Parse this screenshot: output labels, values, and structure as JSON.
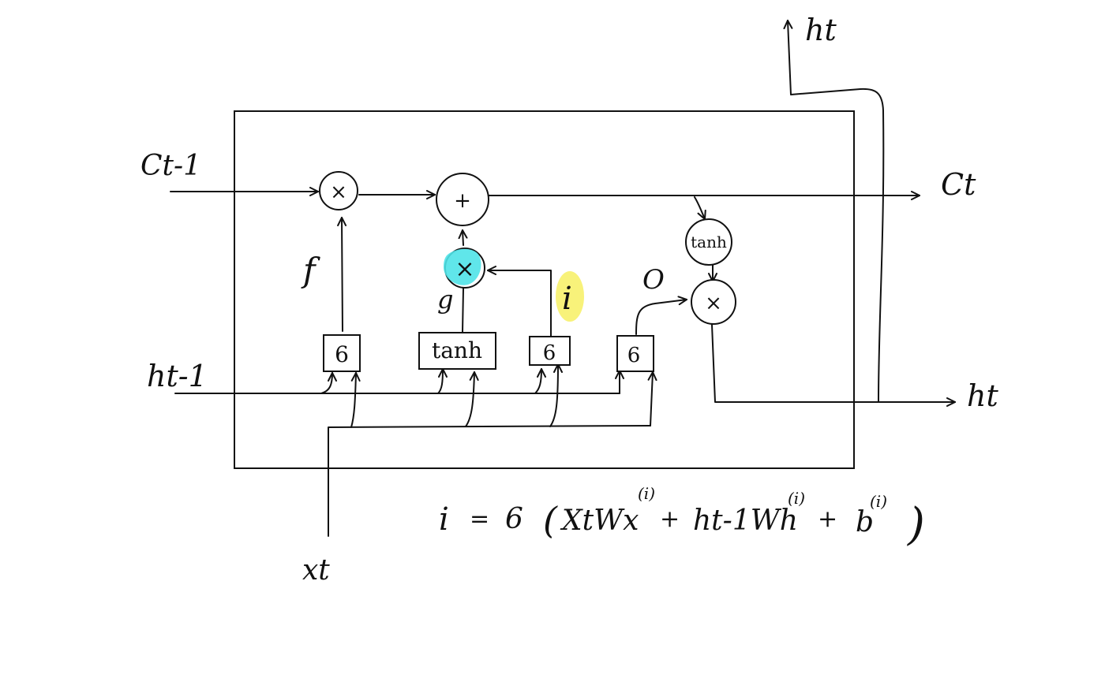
{
  "labels": {
    "c_prev": "Ct-1",
    "h_prev": "ht-1",
    "x_t": "xt",
    "c_t": "Ct",
    "h_t_right": "ht",
    "h_t_top": "ht",
    "f": "f",
    "g": "g",
    "i": "i",
    "o": "O"
  },
  "gates": {
    "forget": "6",
    "candidate": "tanh",
    "input": "6",
    "output": "6"
  },
  "ops": {
    "mult_forget": "×",
    "add": "+",
    "mult_input": "×",
    "tanh_node": "tanh",
    "mult_output": "×"
  },
  "formula": {
    "lhs": "i",
    "eq": "=",
    "sigma": "6",
    "open": "(",
    "x_term": "XtWx",
    "plus1": "+",
    "h_term": "ht-1Wh",
    "plus2": "+",
    "b_term": "b",
    "sup": "(i)",
    "close": ")"
  },
  "colors": {
    "highlight_cyan": "#4fe3e8",
    "highlight_yellow": "#f8f27a",
    "stroke": "#111111"
  }
}
